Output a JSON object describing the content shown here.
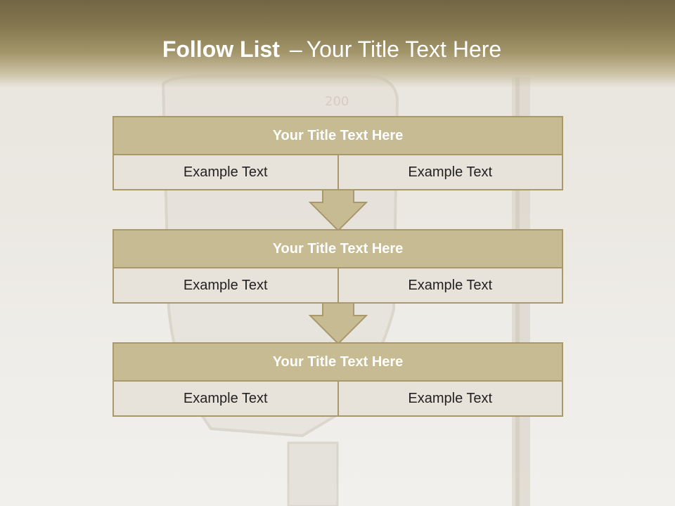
{
  "header": {
    "title_bold": "Follow List",
    "title_separator": "–",
    "title_rest": "Your Title Text Here"
  },
  "blocks": [
    {
      "title": "Your Title Text Here",
      "cells": [
        "Example Text",
        "Example Text"
      ]
    },
    {
      "title": "Your Title Text Here",
      "cells": [
        "Example Text",
        "Example Text"
      ]
    },
    {
      "title": "Your Title Text Here",
      "cells": [
        "Example Text",
        "Example Text"
      ]
    }
  ],
  "colors": {
    "header": "#85774f",
    "block_title_fill": "#c6bb92",
    "block_border": "#a8986b",
    "cell_fill": "#e8e3da"
  }
}
